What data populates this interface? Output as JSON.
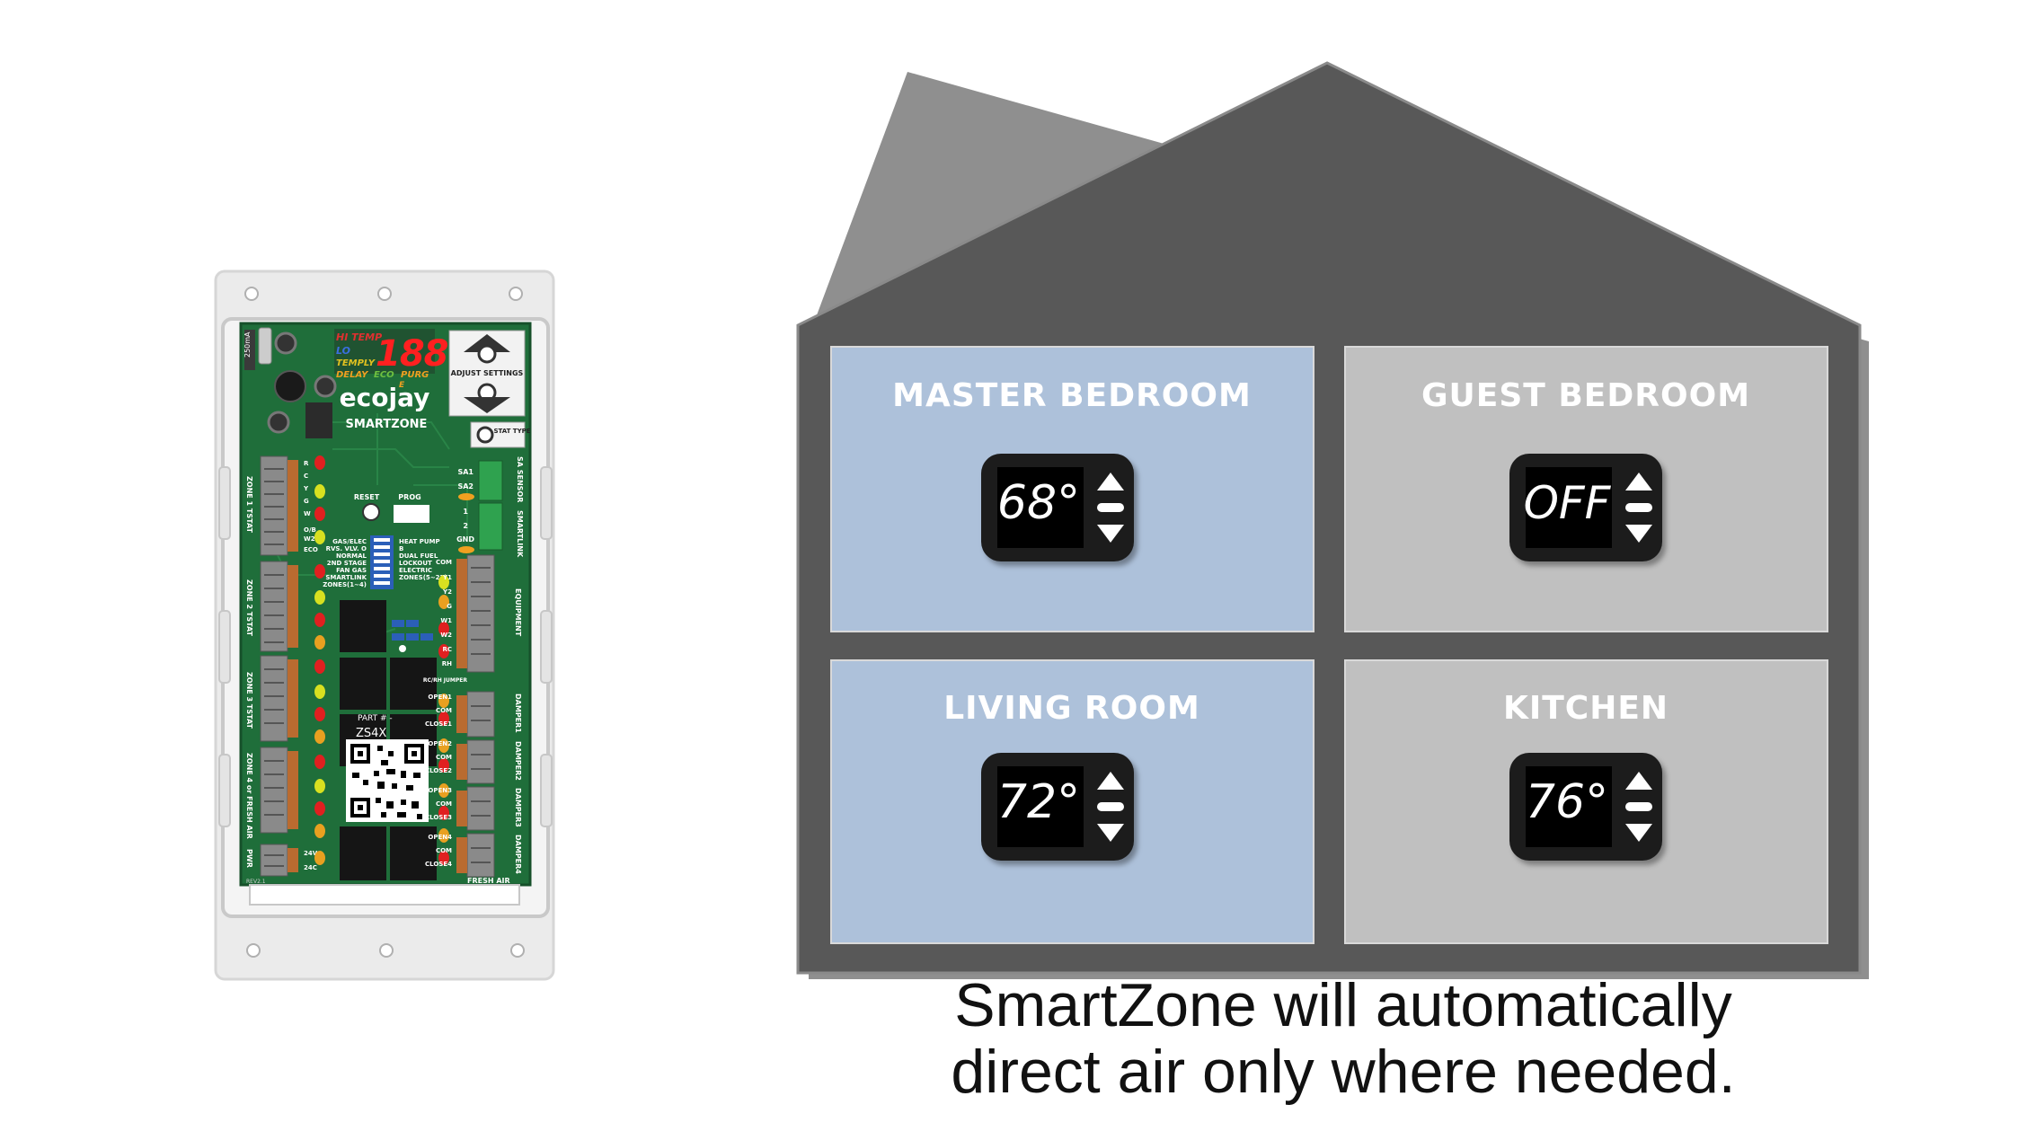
{
  "controller": {
    "brand": "ecojay",
    "product": "SMARTZONE",
    "display_digits": "188",
    "fuse_label": "250mA",
    "status_labels": [
      "HI TEMP",
      "LO",
      "TEMPLY",
      "DELAY",
      "ECO",
      "PURG",
      "E"
    ],
    "adjust_label": "ADJUST SETTINGS",
    "stat_type_label": "STAT TYPE",
    "reset_label": "RESET",
    "prog_label": "PROG",
    "sensor_labels": [
      "SA1",
      "SA2",
      "1",
      "2",
      "GND"
    ],
    "sensor_side_labels": [
      "SA SENSOR",
      "SMARTLINK"
    ],
    "dip_left_labels": [
      "GAS/ELEC",
      "RVS. VLV. O",
      "NORMAL",
      "2ND STAGE",
      "FAN GAS",
      "SMARTLINK",
      "ZONES(1~4)"
    ],
    "dip_right_labels": [
      "HEAT PUMP",
      "B",
      "DUAL FUEL",
      "LOCKOUT",
      "ELECTRIC",
      "ZONES(5~22)"
    ],
    "zone_labels": [
      "ZONE 1 TSTAT",
      "ZONE 2 TSTAT",
      "ZONE 3 TSTAT",
      "ZONE 4 or FRESH AIR"
    ],
    "terminal_labels": [
      "R",
      "C",
      "Y",
      "G",
      "W",
      "O/B",
      "W2",
      "ECO"
    ],
    "equipment_label": "EQUIPMENT",
    "equipment_terminals": [
      "COM",
      "Y1",
      "Y2",
      "G",
      "W1",
      "W2",
      "RC",
      "RH",
      "RC/RH JUMPER"
    ],
    "damper_labels": [
      "DAMPER1",
      "DAMPER2",
      "DAMPER3",
      "DAMPER4"
    ],
    "damper_terminals": [
      [
        "OPEN1",
        "COM",
        "CLOSE1"
      ],
      [
        "OPEN2",
        "COM",
        "CLOSE2"
      ],
      [
        "OPEN3",
        "COM",
        "CLOSE3"
      ],
      [
        "OPEN4",
        "COM",
        "CLOSE4"
      ]
    ],
    "part_label": "PART # -",
    "part_number": "ZS4X",
    "power_label": "PWR",
    "power_terminals": [
      "24V",
      "24C"
    ],
    "fresh_air_label": "FRESH AIR",
    "revision_label": "REV2.1"
  },
  "house": {
    "rooms": [
      {
        "name": "MASTER BEDROOM",
        "display": "68°",
        "color": "#adc1da"
      },
      {
        "name": "GUEST BEDROOM",
        "display": "OFF",
        "color": "#c0c0c0"
      },
      {
        "name": "LIVING ROOM",
        "display": "72°",
        "color": "#adc1da"
      },
      {
        "name": "KITCHEN",
        "display": "76°",
        "color": "#c0c0c0"
      }
    ]
  },
  "caption": {
    "line1": "SmartZone will automatically",
    "line2": "direct air only where needed."
  }
}
